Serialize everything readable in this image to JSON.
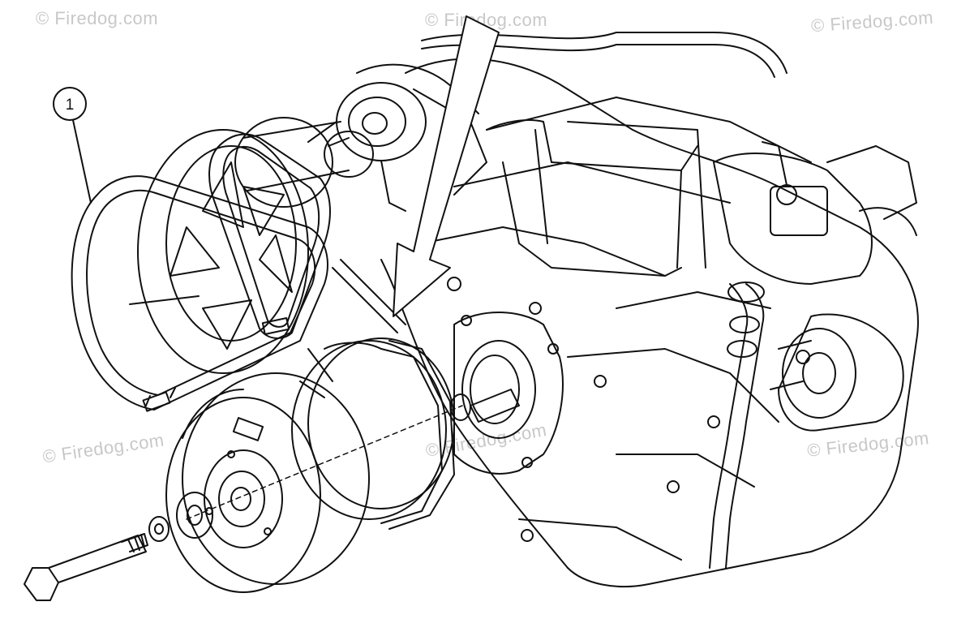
{
  "watermarks": {
    "top_left": "© Firedog.com",
    "top_center": "© Firedog.com",
    "top_right": "© Firedog.com",
    "mid_left": "© Firedog.com",
    "mid_center": "© Firedog.com",
    "mid_right": "© Firedog.com"
  },
  "callouts": [
    {
      "number": "1"
    }
  ],
  "colors": {
    "line": "#111111",
    "watermark": "#c8c8c8",
    "background": "#ffffff"
  }
}
